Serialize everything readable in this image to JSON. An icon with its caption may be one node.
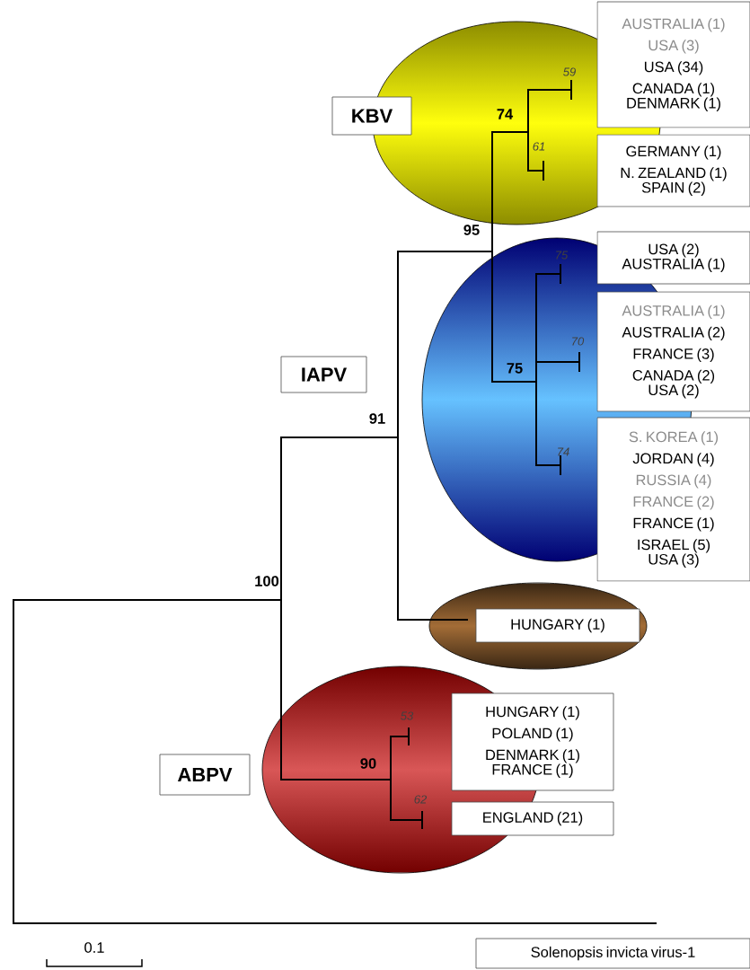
{
  "diagram": {
    "nodes": [
      {
        "text": [
          "KBV"
        ]
      },
      {
        "text": [
          "AUSTRALIA (1)",
          "USA (3)",
          "USA (34)",
          "CANADA (1)",
          "DENMARK (1)"
        ]
      },
      {
        "text": [
          "GERMANY (1)",
          "N. ZEALAND (1)",
          "SPAIN (2)"
        ]
      },
      {
        "text": [
          "IAPV"
        ]
      },
      {
        "text": [
          "USA (2)",
          "AUSTRALIA (1)"
        ]
      },
      {
        "text": [
          "AUSTRALIA (1)",
          "AUSTRALIA (2)",
          "FRANCE (3)",
          "CANADA (2)",
          "USA (2)"
        ]
      },
      {
        "text": [
          "S. KOREA (1)",
          "JORDAN (4)",
          "RUSSIA (4)",
          "FRANCE (2)",
          "FRANCE (1)",
          "ISRAEL (5)",
          "USA (3)"
        ]
      },
      {
        "text": [
          "HUNGARY (1)"
        ]
      },
      {
        "text": [
          "ABPV"
        ]
      },
      {
        "text": [
          "HUNGARY (1)",
          "POLAND (1)",
          "DENMARK (1)",
          "FRANCE (1)"
        ]
      },
      {
        "text": [
          "ENGLAND (21)"
        ]
      },
      {
        "text": [
          "Solenopsis invicta virus-1"
        ]
      }
    ],
    "labels": [
      "59",
      "74",
      "61",
      "95",
      "75",
      "70",
      "75",
      "74",
      "91",
      "100",
      "53",
      "90",
      "62",
      "0.1"
    ]
  }
}
